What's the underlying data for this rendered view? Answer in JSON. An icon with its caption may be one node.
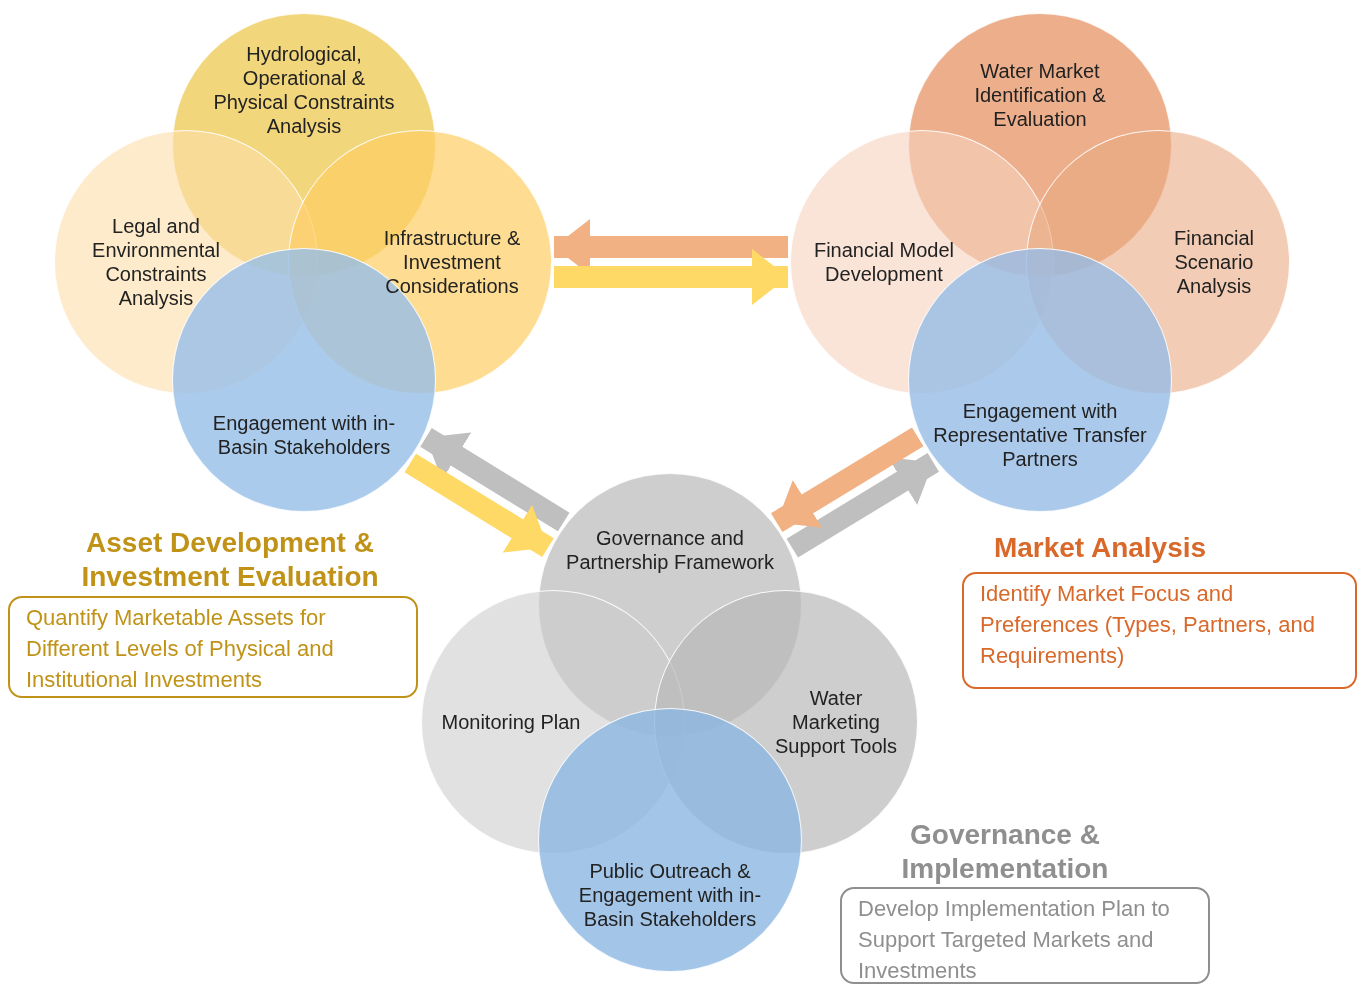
{
  "diagram": {
    "nodes": [
      {
        "text": [
          "Hydrological, Operational & Physical Constraints Analysis"
        ]
      },
      {
        "text": [
          "Legal and Environmental Constraints Analysis"
        ]
      },
      {
        "text": [
          "Infrastructure & Investment Considerations"
        ]
      },
      {
        "text": [
          "Engagement with in-Basin Stakeholders"
        ]
      },
      {
        "text": [
          "Water Market Identification & Evaluation"
        ]
      },
      {
        "text": [
          "Financial Model Development"
        ]
      },
      {
        "text": [
          "Financial Scenario Analysis"
        ]
      },
      {
        "text": [
          "Engagement with Representative Transfer Partners"
        ]
      },
      {
        "text": [
          "Asset Development & Investment Evaluation",
          "Quantify Marketable Assets for Different Levels of Physical and Institutional Investments"
        ]
      },
      {
        "text": [
          "Market Analysis",
          "Identify Market Focus and Preferences (Types, Partners, and Requirements)"
        ]
      },
      {
        "text": [
          "Governance and Partnership Framework"
        ]
      },
      {
        "text": [
          "Monitoring Plan"
        ]
      },
      {
        "text": [
          "Water Marketing Support Tools"
        ]
      },
      {
        "text": [
          "Public Outreach & Engagement with in-Basin Stakeholders"
        ]
      },
      {
        "text": [
          "Governance & Implementation",
          "Develop Implementation Plan to Support Targeted Markets and Investments"
        ]
      }
    ],
    "edges": [
      {
        "from": 5,
        "to": 2,
        "arrow": "to",
        "color": "#f2b183"
      },
      {
        "from": 2,
        "to": 5,
        "arrow": "to",
        "color": "#fed966"
      },
      {
        "from": 10,
        "to": 3,
        "arrow": "to",
        "color": "#bfbfbf"
      },
      {
        "from": 3,
        "to": 10,
        "arrow": "to",
        "color": "#fed966"
      },
      {
        "from": 10,
        "to": 7,
        "arrow": "to",
        "color": "#bfbfbf"
      },
      {
        "from": 7,
        "to": 10,
        "arrow": "to",
        "color": "#f2b183"
      }
    ]
  }
}
